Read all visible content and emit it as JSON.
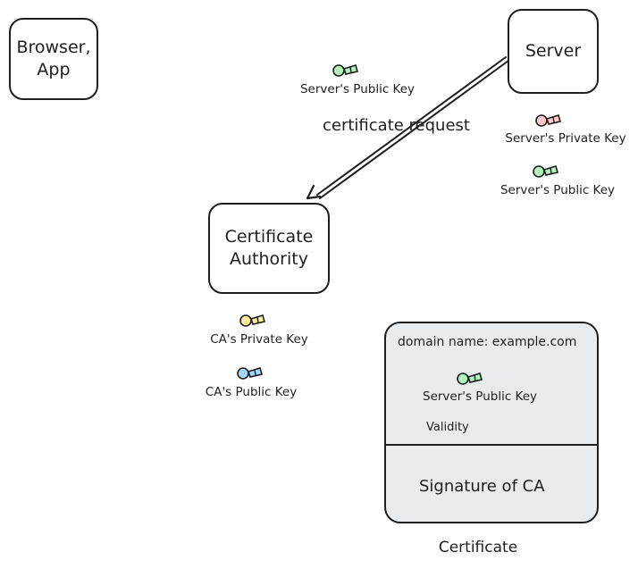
{
  "nodes": {
    "browser": "Browser,\nApp",
    "server": "Server",
    "ca": "Certificate\nAuthority"
  },
  "server_keys": {
    "private": "Server's Private Key",
    "public": "Server's Public Key"
  },
  "request_key": "Server's Public Key",
  "request_label": "certificate request",
  "ca_keys": {
    "private": "CA's Private Key",
    "public": "CA's Public Key"
  },
  "certificate": {
    "domain": "domain name: example.com",
    "public_key": "Server's Public Key",
    "validity": "Validity",
    "signature": "Signature of CA",
    "caption": "Certificate"
  },
  "key_colors": {
    "green": "#b2f2bb",
    "pink": "#ffc9c9",
    "yellow": "#ffec99",
    "cyan": "#a5d8ff"
  }
}
